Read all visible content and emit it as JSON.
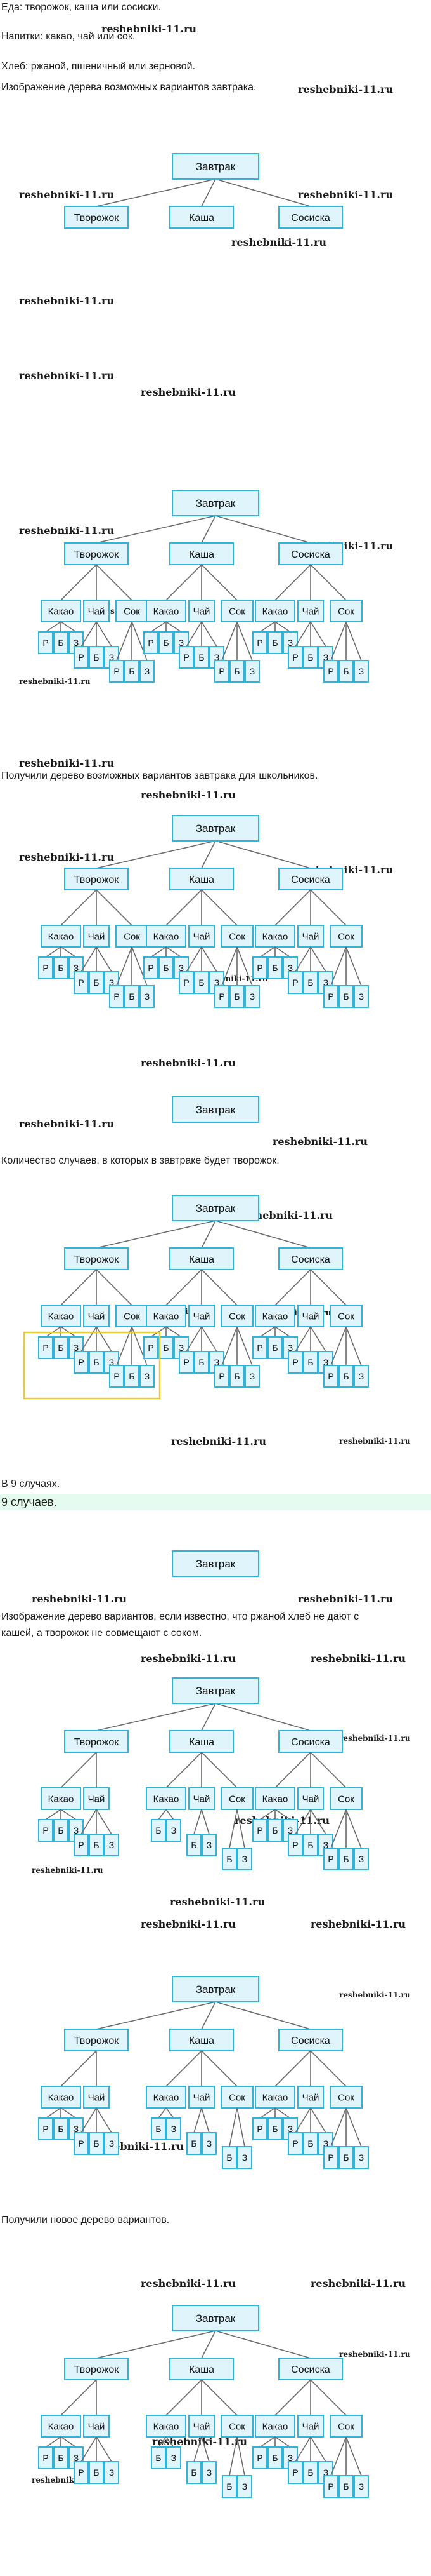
{
  "texts": {
    "t1": "Еда: творожок, каша или сосиски.",
    "t2": "Напитки: какао, чай или сок.",
    "t3": "Хлеб: ржаной, пшеничный или зерновой.",
    "t4": "Изображение дерева возможных вариантов завтрака.",
    "t5": "Получили дерево возможных вариантов завтрака для школьников.",
    "t6": "Количество случаев, в которых в завтраке будет творожок.",
    "t7": "В 9 случаях.",
    "t8": "9 случаев.",
    "t9a": "Изображение дерево вариантов, если известно, что ржаной хлеб не дают с",
    "t9b": "кашей, а творожок не совмещают с соком.",
    "t10": "Получили новое дерево вариантов."
  },
  "watermark": "reshebniki-11.ru",
  "labels": {
    "root": "Завтрак",
    "food": [
      "Творожок",
      "Каша",
      "Сосиска"
    ],
    "drink": [
      "Какао",
      "Чай",
      "Сок"
    ],
    "bread": [
      "Р",
      "Б",
      "З"
    ]
  },
  "colors": {
    "box_border": "#2fb4dc",
    "box_fill": "#dff4fb",
    "highlight": "#e8cc34",
    "answer_band": "#e6fbf0"
  }
}
